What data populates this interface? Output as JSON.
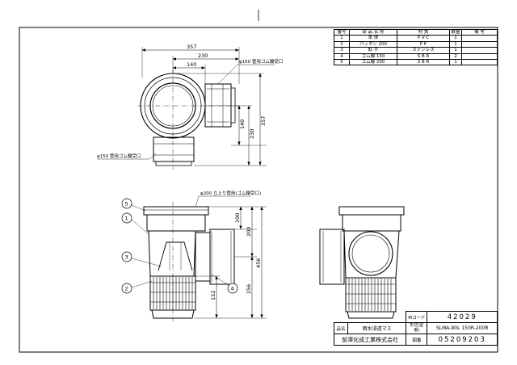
{
  "bom": {
    "headers": [
      "番号",
      "部 品 名 称",
      "材 質",
      "数量",
      "備 考"
    ],
    "rows": [
      [
        "1",
        "本 体",
        "P V C",
        "1",
        ""
      ],
      [
        "2",
        "パッキン 200",
        "P P",
        "1",
        ""
      ],
      [
        "3",
        "取 手",
        "ステンレス",
        "1",
        ""
      ],
      [
        "4",
        "ゴム輪 150",
        "S B R",
        "2",
        ""
      ],
      [
        "5",
        "ゴム輪 200",
        "S B R",
        "1",
        ""
      ]
    ]
  },
  "top_view": {
    "dim_357": "357",
    "dim_230": "230",
    "dim_140": "140",
    "note_top": "φ150 管用ゴム輪受口",
    "dim_v140": "140",
    "dim_v230": "230",
    "dim_v357": "357",
    "note_left": "φ150 管用ゴム輪受口"
  },
  "front_view": {
    "note": "φ200 立上り管用(ゴム輪受口)",
    "dim_100": "100",
    "dim_200": "200",
    "dim_456": "456",
    "dim_256": "256",
    "dim_152": "152",
    "balloons": [
      "5",
      "1",
      "3",
      "2",
      "4"
    ]
  },
  "title_block": {
    "mcode_label": "Mコード",
    "mcode_value": "42029",
    "name_label": "品名",
    "name_value": "雨水浸透マス",
    "model_label": "形式(型番)",
    "model_value": "SLMA-90L 150R-200R",
    "company": "前澤化成工業株式会社",
    "drawing_label": "図番",
    "drawing_value": "05209203"
  }
}
